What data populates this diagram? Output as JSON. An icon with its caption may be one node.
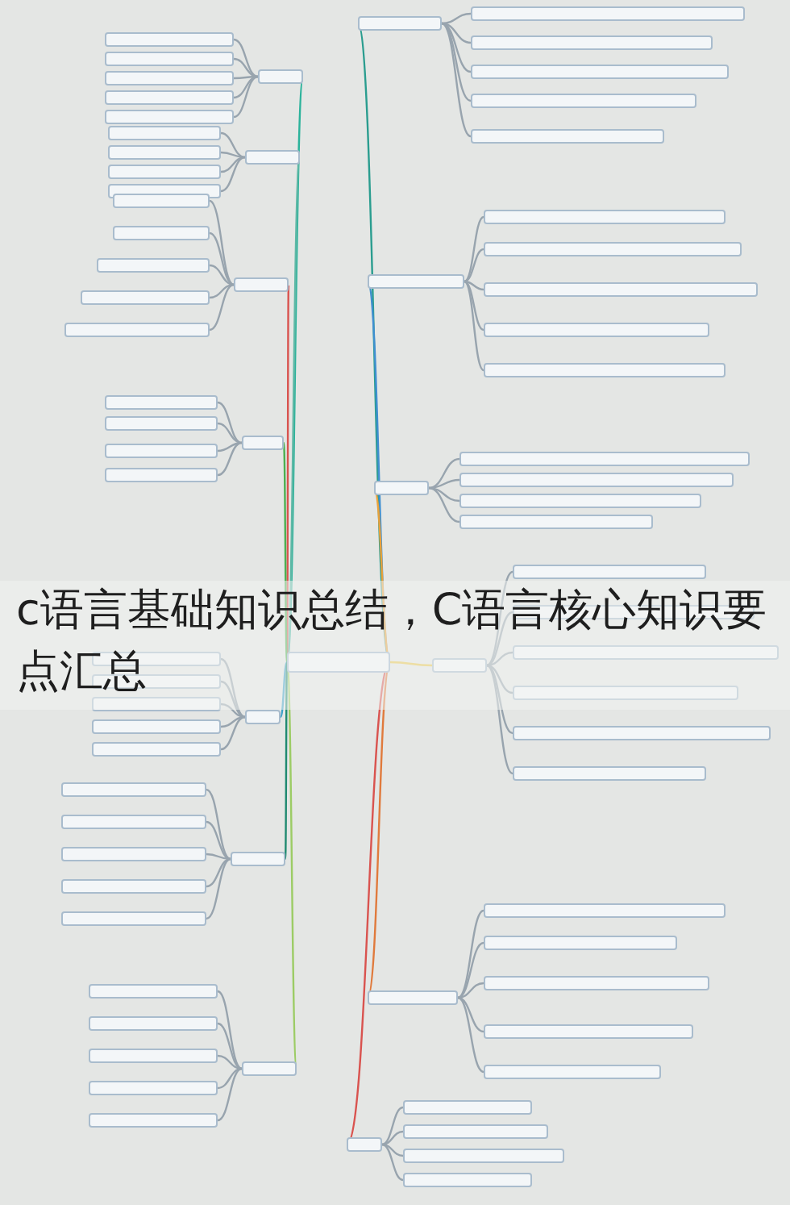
{
  "diagram": {
    "title": "c语言基础知识总结，C语言核心知识要点汇总",
    "nodes": [
      {
        "text": [],
        "shape": "box"
      },
      {
        "text": [],
        "shape": "box"
      },
      {
        "text": [],
        "shape": "box"
      },
      {
        "text": [],
        "shape": "box"
      },
      {
        "text": [],
        "shape": "box"
      },
      {
        "text": [],
        "shape": "box"
      },
      {
        "text": [],
        "shape": "box"
      },
      {
        "text": [],
        "shape": "box"
      },
      {
        "text": [],
        "shape": "box"
      },
      {
        "text": [],
        "shape": "box"
      },
      {
        "text": [],
        "shape": "box"
      },
      {
        "text": [],
        "shape": "box"
      },
      {
        "text": [],
        "shape": "box"
      },
      {
        "text": [],
        "shape": "box"
      },
      {
        "text": [],
        "shape": "box"
      },
      {
        "text": [],
        "shape": "box"
      },
      {
        "text": [],
        "shape": "box"
      },
      {
        "text": [],
        "shape": "box"
      },
      {
        "text": [],
        "shape": "box"
      },
      {
        "text": [],
        "shape": "box"
      },
      {
        "text": [],
        "shape": "box"
      },
      {
        "text": [],
        "shape": "box"
      },
      {
        "text": [],
        "shape": "box"
      },
      {
        "text": [],
        "shape": "box"
      },
      {
        "text": [],
        "shape": "box"
      },
      {
        "text": [],
        "shape": "box"
      },
      {
        "text": [],
        "shape": "box"
      },
      {
        "text": [],
        "shape": "box"
      },
      {
        "text": [],
        "shape": "box"
      },
      {
        "text": [],
        "shape": "box"
      },
      {
        "text": [],
        "shape": "box"
      },
      {
        "text": [],
        "shape": "box"
      },
      {
        "text": [],
        "shape": "box"
      },
      {
        "text": [],
        "shape": "box"
      },
      {
        "text": [],
        "shape": "box"
      },
      {
        "text": [],
        "shape": "box"
      },
      {
        "text": [],
        "shape": "box"
      },
      {
        "text": [],
        "shape": "box"
      },
      {
        "text": [],
        "shape": "box"
      },
      {
        "text": [],
        "shape": "box"
      },
      {
        "text": [],
        "shape": "box"
      },
      {
        "text": [],
        "shape": "box"
      },
      {
        "text": [],
        "shape": "box"
      },
      {
        "text": [],
        "shape": "box"
      },
      {
        "text": [],
        "shape": "box"
      },
      {
        "text": [],
        "shape": "box"
      },
      {
        "text": [],
        "shape": "box"
      },
      {
        "text": [],
        "shape": "box"
      },
      {
        "text": [],
        "shape": "box"
      },
      {
        "text": [],
        "shape": "box"
      },
      {
        "text": [],
        "shape": "box"
      },
      {
        "text": [],
        "shape": "box"
      },
      {
        "text": [],
        "shape": "box"
      },
      {
        "text": [],
        "shape": "box"
      },
      {
        "text": [],
        "shape": "box"
      },
      {
        "text": [],
        "shape": "box"
      },
      {
        "text": [],
        "shape": "box"
      },
      {
        "text": [],
        "shape": "box"
      },
      {
        "text": [],
        "shape": "box"
      },
      {
        "text": [],
        "shape": "box"
      },
      {
        "text": [],
        "shape": "box"
      },
      {
        "text": [],
        "shape": "box"
      },
      {
        "text": [],
        "shape": "box"
      },
      {
        "text": [],
        "shape": "box"
      },
      {
        "text": [],
        "shape": "box"
      },
      {
        "text": [],
        "shape": "box"
      },
      {
        "text": [],
        "shape": "box"
      },
      {
        "text": [],
        "shape": "box"
      },
      {
        "text": [],
        "shape": "box"
      },
      {
        "text": [],
        "shape": "box"
      },
      {
        "text": [],
        "shape": "box"
      },
      {
        "text": [],
        "shape": "box"
      },
      {
        "text": [],
        "shape": "box"
      },
      {
        "text": [],
        "shape": "box"
      },
      {
        "text": [],
        "shape": "box"
      },
      {
        "text": [],
        "shape": "box"
      }
    ],
    "edges": [
      {
        "from": 0,
        "to": 1,
        "arrow": "none",
        "color": "#2a9d8f"
      },
      {
        "from": 0,
        "to": 7,
        "arrow": "none",
        "color": "#3f8fd0"
      },
      {
        "from": 0,
        "to": 13,
        "arrow": "none",
        "color": "#e9a23b"
      },
      {
        "from": 0,
        "to": 18,
        "arrow": "none",
        "color": "#e8c547"
      },
      {
        "from": 0,
        "to": 25,
        "arrow": "none",
        "color": "#e07a3c"
      },
      {
        "from": 0,
        "to": 31,
        "arrow": "none",
        "color": "#d9534f"
      },
      {
        "from": 0,
        "to": 36,
        "arrow": "none",
        "color": "#2bb39b"
      },
      {
        "from": 0,
        "to": 42,
        "arrow": "none",
        "color": "#5fb8a6"
      },
      {
        "from": 0,
        "to": 47,
        "arrow": "none",
        "color": "#d9534f"
      },
      {
        "from": 0,
        "to": 53,
        "arrow": "none",
        "color": "#4caf50"
      },
      {
        "from": 0,
        "to": 58,
        "arrow": "none",
        "color": "#3aa0c8"
      },
      {
        "from": 0,
        "to": 64,
        "arrow": "none",
        "color": "#1f8a70"
      },
      {
        "from": 0,
        "to": 70,
        "arrow": "none",
        "color": "#9ccc65"
      },
      {
        "from": 1,
        "to": 2,
        "arrow": "none"
      },
      {
        "from": 1,
        "to": 3,
        "arrow": "none"
      },
      {
        "from": 1,
        "to": 4,
        "arrow": "none"
      },
      {
        "from": 1,
        "to": 5,
        "arrow": "none"
      },
      {
        "from": 1,
        "to": 6,
        "arrow": "none"
      },
      {
        "from": 7,
        "to": 8,
        "arrow": "none"
      },
      {
        "from": 7,
        "to": 9,
        "arrow": "none"
      },
      {
        "from": 7,
        "to": 10,
        "arrow": "none"
      },
      {
        "from": 7,
        "to": 11,
        "arrow": "none"
      },
      {
        "from": 7,
        "to": 12,
        "arrow": "none"
      },
      {
        "from": 13,
        "to": 14,
        "arrow": "none"
      },
      {
        "from": 13,
        "to": 15,
        "arrow": "none"
      },
      {
        "from": 13,
        "to": 16,
        "arrow": "none"
      },
      {
        "from": 13,
        "to": 17,
        "arrow": "none"
      },
      {
        "from": 18,
        "to": 19,
        "arrow": "none"
      },
      {
        "from": 18,
        "to": 20,
        "arrow": "none"
      },
      {
        "from": 18,
        "to": 21,
        "arrow": "none"
      },
      {
        "from": 18,
        "to": 22,
        "arrow": "none"
      },
      {
        "from": 18,
        "to": 23,
        "arrow": "none"
      },
      {
        "from": 18,
        "to": 24,
        "arrow": "none"
      },
      {
        "from": 25,
        "to": 26,
        "arrow": "none"
      },
      {
        "from": 25,
        "to": 27,
        "arrow": "none"
      },
      {
        "from": 25,
        "to": 28,
        "arrow": "none"
      },
      {
        "from": 25,
        "to": 29,
        "arrow": "none"
      },
      {
        "from": 25,
        "to": 30,
        "arrow": "none"
      },
      {
        "from": 31,
        "to": 32,
        "arrow": "none"
      },
      {
        "from": 31,
        "to": 33,
        "arrow": "none"
      },
      {
        "from": 31,
        "to": 34,
        "arrow": "none"
      },
      {
        "from": 31,
        "to": 35,
        "arrow": "none"
      },
      {
        "from": 36,
        "to": 37,
        "arrow": "none"
      },
      {
        "from": 36,
        "to": 38,
        "arrow": "none"
      },
      {
        "from": 36,
        "to": 39,
        "arrow": "none"
      },
      {
        "from": 36,
        "to": 40,
        "arrow": "none"
      },
      {
        "from": 36,
        "to": 41,
        "arrow": "none"
      },
      {
        "from": 42,
        "to": 43,
        "arrow": "none"
      },
      {
        "from": 42,
        "to": 44,
        "arrow": "none"
      },
      {
        "from": 42,
        "to": 45,
        "arrow": "none"
      },
      {
        "from": 42,
        "to": 46,
        "arrow": "none"
      },
      {
        "from": 47,
        "to": 48,
        "arrow": "none"
      },
      {
        "from": 47,
        "to": 49,
        "arrow": "none"
      },
      {
        "from": 47,
        "to": 50,
        "arrow": "none"
      },
      {
        "from": 47,
        "to": 51,
        "arrow": "none"
      },
      {
        "from": 47,
        "to": 52,
        "arrow": "none"
      },
      {
        "from": 53,
        "to": 54,
        "arrow": "none"
      },
      {
        "from": 53,
        "to": 55,
        "arrow": "none"
      },
      {
        "from": 53,
        "to": 56,
        "arrow": "none"
      },
      {
        "from": 53,
        "to": 57,
        "arrow": "none"
      },
      {
        "from": 58,
        "to": 59,
        "arrow": "none"
      },
      {
        "from": 58,
        "to": 60,
        "arrow": "none"
      },
      {
        "from": 58,
        "to": 61,
        "arrow": "none"
      },
      {
        "from": 58,
        "to": 62,
        "arrow": "none"
      },
      {
        "from": 58,
        "to": 63,
        "arrow": "none"
      },
      {
        "from": 64,
        "to": 65,
        "arrow": "none"
      },
      {
        "from": 64,
        "to": 66,
        "arrow": "none"
      },
      {
        "from": 64,
        "to": 67,
        "arrow": "none"
      },
      {
        "from": 64,
        "to": 68,
        "arrow": "none"
      },
      {
        "from": 64,
        "to": 69,
        "arrow": "none"
      },
      {
        "from": 70,
        "to": 71,
        "arrow": "none"
      },
      {
        "from": 70,
        "to": 72,
        "arrow": "none"
      },
      {
        "from": 70,
        "to": 73,
        "arrow": "none"
      },
      {
        "from": 70,
        "to": 74,
        "arrow": "none"
      },
      {
        "from": 70,
        "to": 75,
        "arrow": "none"
      }
    ]
  }
}
